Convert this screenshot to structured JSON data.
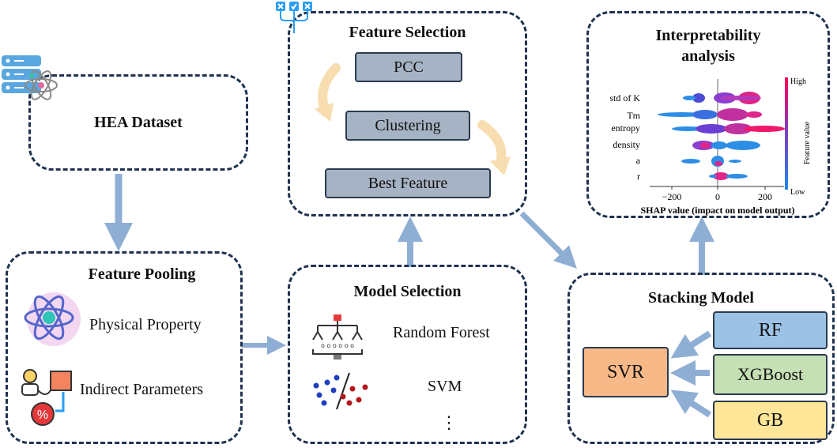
{
  "hea": {
    "title": "HEA Dataset"
  },
  "pooling": {
    "title": "Feature Pooling",
    "items": [
      "Physical Property",
      "Indirect Parameters"
    ]
  },
  "selection": {
    "title": "Feature Selection",
    "steps": [
      "PCC",
      "Clustering",
      "Best Feature"
    ]
  },
  "model_selection": {
    "title": "Model Selection",
    "items": [
      "Random Forest",
      "SVM"
    ],
    "more": "⋮"
  },
  "interpretability": {
    "title_line1": "Interpretability",
    "title_line2": "analysis",
    "features": [
      "std of K",
      "Tm",
      "entropy",
      "density",
      "a",
      "r"
    ],
    "ticks": [
      "−200",
      "0",
      "200"
    ],
    "xlabel": "SHAP value (impact on model output)",
    "colorbar_label": "Feature value",
    "high": "High",
    "low": "Low"
  },
  "stacking": {
    "title": "Stacking Model",
    "meta": "SVR",
    "base": [
      "RF",
      "XGBoost",
      "GB"
    ]
  },
  "colors": {
    "border": "#1f3350",
    "arrow": "#8faed4",
    "curve_arrow": "#f7ddb0",
    "gray": "#a6b3c4",
    "rf": "#9cc3e6",
    "xgb": "#c5e0b4",
    "gb": "#ffe699",
    "svr": "#f8b988"
  }
}
